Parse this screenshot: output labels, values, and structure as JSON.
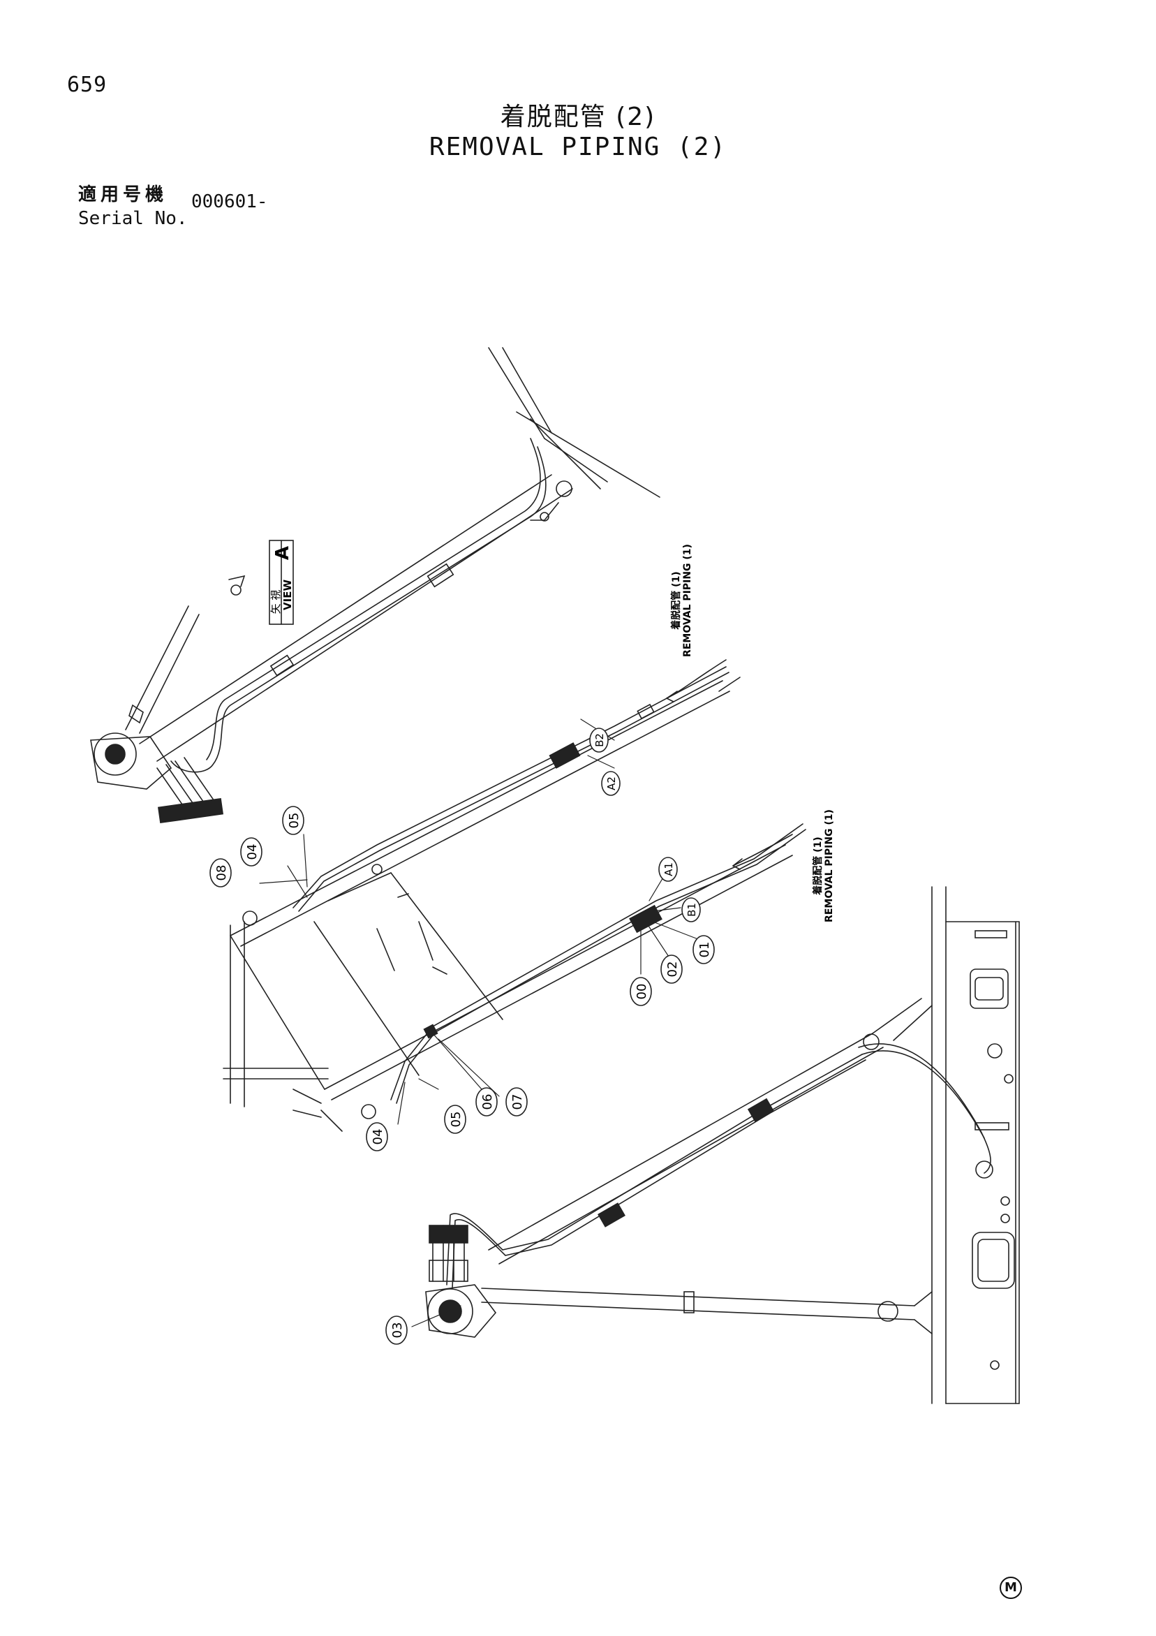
{
  "header": {
    "page_number": "659",
    "title_jp": "着脱配管 (2)",
    "title_en": "REMOVAL PIPING (2)",
    "serial_label_jp": "適用号機",
    "serial_label_en": "Serial No.",
    "serial_value": "000601-"
  },
  "view_label": {
    "jp": "矢 視",
    "en": "VIEW",
    "letter": "A"
  },
  "references": {
    "upper": {
      "jp": "着脱配管 (1)",
      "en": "REMOVAL PIPING (1)"
    },
    "lower": {
      "jp": "着脱配管 (1)",
      "en": "REMOVAL PIPING (1)"
    }
  },
  "callouts": {
    "b2": "B2",
    "a2": "A2",
    "a1": "A1",
    "b1": "B1",
    "c01": "01",
    "c02": "02",
    "c00": "00",
    "c03": "03",
    "c04_top": "04",
    "c05_top": "05",
    "c08": "08",
    "c04_bottom": "04",
    "c05_bottom": "05",
    "c06": "06",
    "c07": "07"
  },
  "footer": {
    "mark": "M"
  }
}
